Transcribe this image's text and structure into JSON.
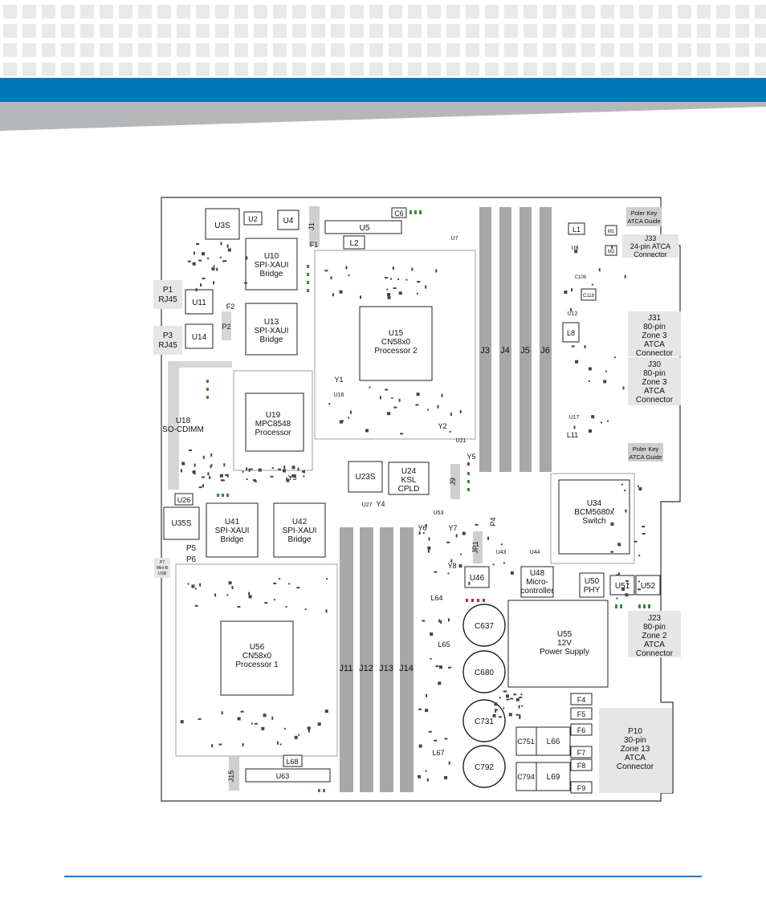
{
  "colors": {
    "header_square": "#e9e9ea",
    "band_blue": "#0077b7",
    "band_grey": "#b6b7b9",
    "footer_rule": "#2277bb",
    "board_outline": "#333333",
    "dimm_slot": "#a8a8a8",
    "panel_fill": "#e6e6e6",
    "chip_outline": "#222222"
  },
  "board": {
    "dimm_slots_top": [
      "J3",
      "J4",
      "J5",
      "J6"
    ],
    "dimm_slots_bottom": [
      "J11",
      "J12",
      "J13",
      "J14"
    ],
    "connectors": {
      "poler_key_top": [
        "Poler Key",
        "ATCA Guide"
      ],
      "j33": [
        "J33",
        "24-pin ATCA",
        "Connector"
      ],
      "j31": [
        "J31",
        "80-pin",
        "Zone 3",
        "ATCA",
        "Connector"
      ],
      "j30": [
        "J30",
        "80-pin",
        "Zone 3",
        "ATCA",
        "Connector"
      ],
      "poler_key_mid": [
        "Poler Key",
        "ATCA Guide"
      ],
      "j23": [
        "J23",
        "80-pin",
        "Zone 2",
        "ATCA",
        "Connector"
      ],
      "p10": [
        "P10",
        "30-pin",
        "Zone 13",
        "ATCA",
        "Connector"
      ],
      "p1": [
        "P1",
        "RJ45"
      ],
      "p3": [
        "P3",
        "RJ45"
      ],
      "p7": [
        "P7",
        "Mini-B",
        "USB"
      ]
    },
    "components": {
      "u10": [
        "U10",
        "SPI-XAUI",
        "Bridge"
      ],
      "u13": [
        "U13",
        "SPI-XAUI",
        "Bridge"
      ],
      "u15": [
        "U15",
        "CN58x0",
        "Processor 2"
      ],
      "u19": [
        "U19",
        "MPC8548",
        "Processor"
      ],
      "u18": [
        "U18",
        "SO-CDIMM"
      ],
      "u24": [
        "U24",
        "KSL",
        "CPLD"
      ],
      "u34": [
        "U34",
        "BCM5680x",
        "Switch"
      ],
      "u41": [
        "U41",
        "SPI-XAUI",
        "Bridge"
      ],
      "u42": [
        "U42",
        "SPI-XAUI",
        "Bridge"
      ],
      "u48": [
        "U48",
        "Micro-",
        "controller"
      ],
      "u50": [
        "U50",
        "PHY"
      ],
      "u55": [
        "U55",
        "12V",
        "Power Supply"
      ],
      "u56": [
        "U56",
        "CN58x0",
        "Processor 1"
      ]
    },
    "small_labels": {
      "u3s": "U3S",
      "u2": "U2",
      "u4": "U4",
      "j1": "J1",
      "c6": "C6",
      "u5": "U5",
      "l2": "L2",
      "f1": "F1",
      "u7": "U7",
      "u11": "U11",
      "u14": "U14",
      "f2": "F2",
      "p2": "P2",
      "y1": "Y1",
      "u16": "U16",
      "y2": "Y2",
      "y3": "Y3",
      "y4": "Y4",
      "y5": "Y5",
      "y6": "Y6",
      "y7": "Y7",
      "y8": "Y8",
      "u23s": "U23S",
      "j9": "J9",
      "u21": "U21",
      "u26": "U26",
      "u27": "U27",
      "u35s": "U35S",
      "p5": "P5",
      "p6": "P6",
      "u53": "U53",
      "jp1": "JP1",
      "p4": "P4",
      "u43": "U43",
      "u44": "U44",
      "u46": "U46",
      "u51": "U51",
      "u52": "U52",
      "l64": "L64",
      "l65": "L65",
      "l66": "L66",
      "l67": "L67",
      "l68": "L68",
      "l69": "L69",
      "u63": "U63",
      "j15": "J15",
      "c637": "C637",
      "c680": "C680",
      "c731": "C731",
      "c792": "C792",
      "c751": "C751",
      "c794": "C794",
      "f4": "F4",
      "f5": "F5",
      "f6": "F6",
      "f7": "F7",
      "f8": "F8",
      "f9": "F9",
      "l1": "L1",
      "u8": "U8",
      "m1": "M1",
      "m2": "M2",
      "c106": "C106",
      "c118": "C118",
      "u12": "U12",
      "l8": "L8",
      "u17": "U17",
      "l11": "L11"
    }
  }
}
